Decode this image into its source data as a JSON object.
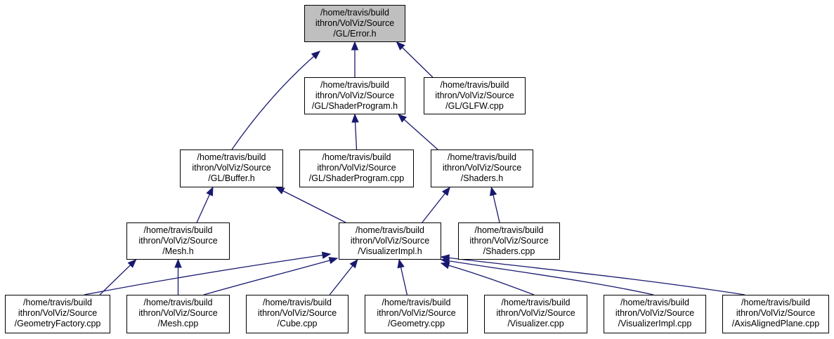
{
  "graph": {
    "root": "error_h",
    "nodes": [
      {
        "id": "error_h",
        "lines": [
          "/home/travis/build",
          "ithron/VolViz/Source",
          "/GL/Error.h"
        ],
        "highlight": true
      },
      {
        "id": "shaderprogram_h",
        "lines": [
          "/home/travis/build",
          "ithron/VolViz/Source",
          "/GL/ShaderProgram.h"
        ]
      },
      {
        "id": "glfw_cpp",
        "lines": [
          "/home/travis/build",
          "ithron/VolViz/Source",
          "/GL/GLFW.cpp"
        ]
      },
      {
        "id": "buffer_h",
        "lines": [
          "/home/travis/build",
          "ithron/VolViz/Source",
          "/GL/Buffer.h"
        ]
      },
      {
        "id": "shaderprogram_cpp",
        "lines": [
          "/home/travis/build",
          "ithron/VolViz/Source",
          "/GL/ShaderProgram.cpp"
        ]
      },
      {
        "id": "shaders_h",
        "lines": [
          "/home/travis/build",
          "ithron/VolViz/Source",
          "/Shaders.h"
        ]
      },
      {
        "id": "mesh_h",
        "lines": [
          "/home/travis/build",
          "ithron/VolViz/Source",
          "/Mesh.h"
        ]
      },
      {
        "id": "visualizerimpl_h",
        "lines": [
          "/home/travis/build",
          "ithron/VolViz/Source",
          "/VisualizerImpl.h"
        ]
      },
      {
        "id": "shaders_cpp",
        "lines": [
          "/home/travis/build",
          "ithron/VolViz/Source",
          "/Shaders.cpp"
        ]
      },
      {
        "id": "geometryfactory_cpp",
        "lines": [
          "/home/travis/build",
          "ithron/VolViz/Source",
          "/GeometryFactory.cpp"
        ]
      },
      {
        "id": "mesh_cpp",
        "lines": [
          "/home/travis/build",
          "ithron/VolViz/Source",
          "/Mesh.cpp"
        ]
      },
      {
        "id": "cube_cpp",
        "lines": [
          "/home/travis/build",
          "ithron/VolViz/Source",
          "/Cube.cpp"
        ]
      },
      {
        "id": "geometry_cpp",
        "lines": [
          "/home/travis/build",
          "ithron/VolViz/Source",
          "/Geometry.cpp"
        ]
      },
      {
        "id": "visualizer_cpp",
        "lines": [
          "/home/travis/build",
          "ithron/VolViz/Source",
          "/Visualizer.cpp"
        ]
      },
      {
        "id": "visualizerimpl_cpp",
        "lines": [
          "/home/travis/build",
          "ithron/VolViz/Source",
          "/VisualizerImpl.cpp"
        ]
      },
      {
        "id": "axisalignedplane_cpp",
        "lines": [
          "/home/travis/build",
          "ithron/VolViz/Source",
          "/AxisAlignedPlane.cpp"
        ]
      }
    ],
    "edges": [
      {
        "from": "shaderprogram_h",
        "to": "error_h"
      },
      {
        "from": "glfw_cpp",
        "to": "error_h"
      },
      {
        "from": "buffer_h",
        "to": "error_h"
      },
      {
        "from": "shaderprogram_cpp",
        "to": "shaderprogram_h"
      },
      {
        "from": "shaders_h",
        "to": "shaderprogram_h"
      },
      {
        "from": "mesh_h",
        "to": "buffer_h"
      },
      {
        "from": "visualizerimpl_h",
        "to": "buffer_h"
      },
      {
        "from": "visualizerimpl_h",
        "to": "shaders_h"
      },
      {
        "from": "shaders_cpp",
        "to": "shaders_h"
      },
      {
        "from": "geometryfactory_cpp",
        "to": "mesh_h"
      },
      {
        "from": "mesh_cpp",
        "to": "mesh_h"
      },
      {
        "from": "geometryfactory_cpp",
        "to": "visualizerimpl_h"
      },
      {
        "from": "mesh_cpp",
        "to": "visualizerimpl_h"
      },
      {
        "from": "cube_cpp",
        "to": "visualizerimpl_h"
      },
      {
        "from": "geometry_cpp",
        "to": "visualizerimpl_h"
      },
      {
        "from": "visualizer_cpp",
        "to": "visualizerimpl_h"
      },
      {
        "from": "visualizerimpl_cpp",
        "to": "visualizerimpl_h"
      },
      {
        "from": "axisalignedplane_cpp",
        "to": "visualizerimpl_h"
      }
    ],
    "colors": {
      "edge": "#191970",
      "root_fill": "#bfbfbf",
      "node_fill": "#ffffff",
      "border": "#000000"
    }
  }
}
